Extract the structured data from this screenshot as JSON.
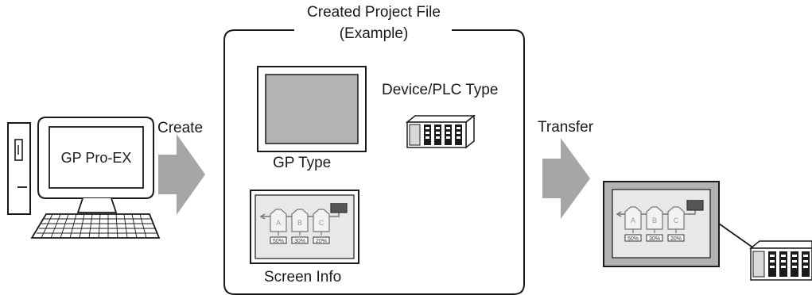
{
  "project_box": {
    "title_line1": "Created Project File",
    "title_line2": "(Example)"
  },
  "computer": {
    "screen_text": "GP Pro-EX"
  },
  "steps": {
    "create": "Create",
    "transfer": "Transfer"
  },
  "items": {
    "gp_type": "GP Type",
    "device_plc_type": "Device/PLC Type",
    "screen_info": "Screen Info"
  },
  "tanks": [
    {
      "letter": "A",
      "level": "50%"
    },
    {
      "letter": "B",
      "level": "30%"
    },
    {
      "letter": "C",
      "level": "20%"
    }
  ],
  "colors": {
    "arrow": "#a6a6a6",
    "panel_fill": "#b3b3b3",
    "screen_fill": "#e8e8e8"
  }
}
